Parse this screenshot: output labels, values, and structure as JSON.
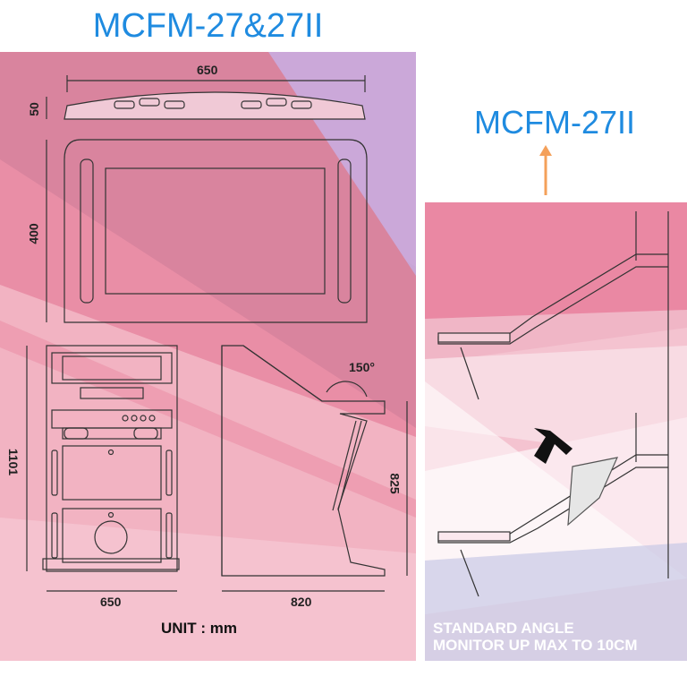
{
  "titles": {
    "main": "MCFM-27&27II",
    "sub": "MCFM-27II"
  },
  "dimensions": {
    "top_width": "650",
    "top_height": "50",
    "front_height": "400",
    "total_height": "1101",
    "base_width": "650",
    "side_height": "825",
    "side_depth": "820",
    "angle": "150°"
  },
  "unit_label": "UNIT : mm",
  "caption": {
    "line1": "STANDARD ANGLE",
    "line2": "MONITOR UP MAX TO 10CM"
  },
  "colors": {
    "title_blue": "#1f8be0",
    "arrow_orange": "#f4a05a",
    "panel_pink": "#e98aa2",
    "panel_lavender": "#c7a9d8",
    "line": "#333333"
  }
}
